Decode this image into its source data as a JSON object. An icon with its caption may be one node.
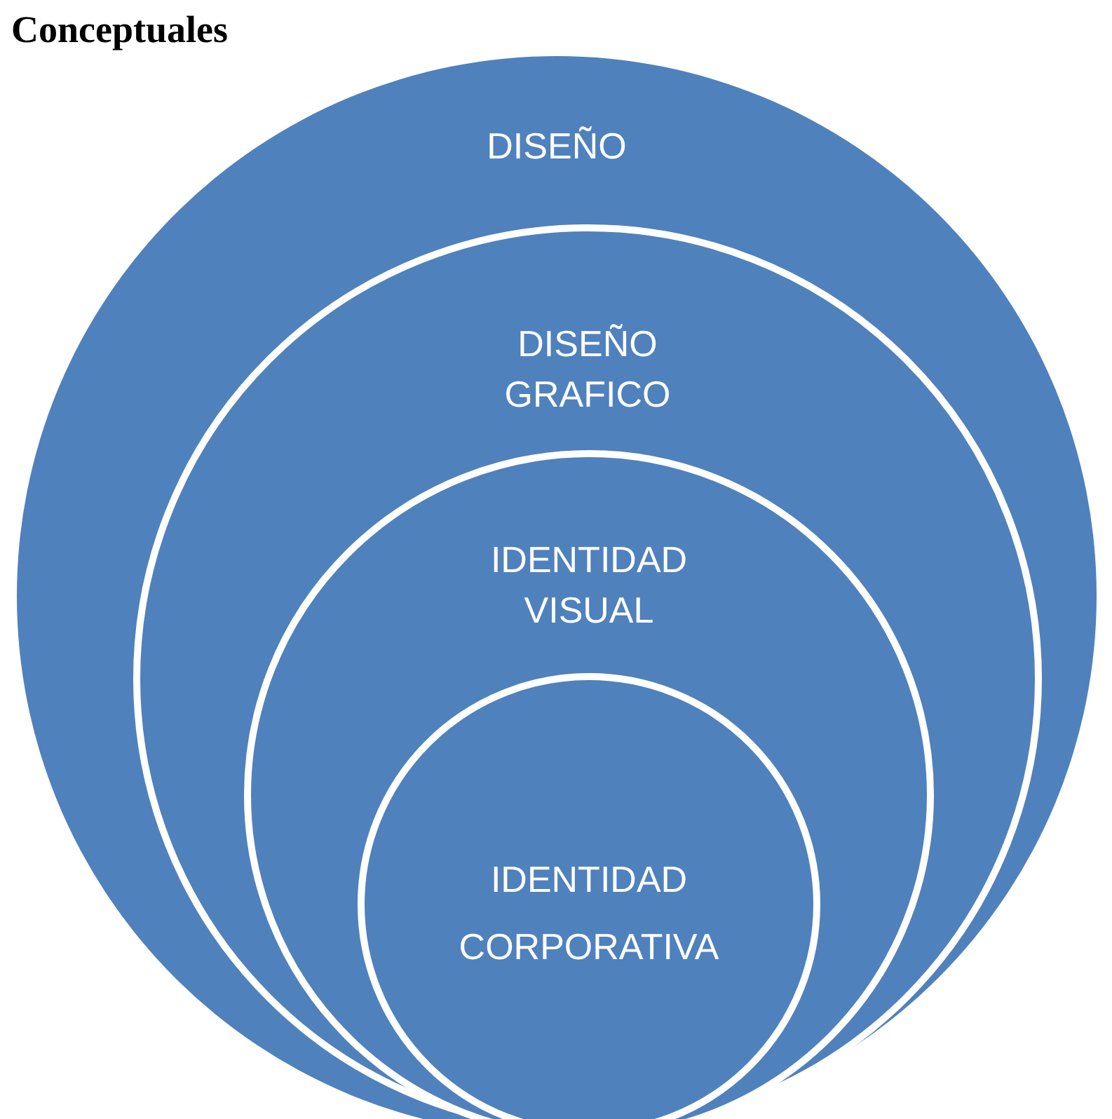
{
  "diagram": {
    "title": "Conceptuales",
    "nodes": [
      {
        "text": [
          "DISEÑO"
        ]
      },
      {
        "text": [
          "DISEÑO GRAFICO"
        ],
        "in": 0
      },
      {
        "text": [
          "IDENTIDAD VISUAL"
        ],
        "in": 1
      },
      {
        "text": [
          "IDENTIDAD CORPORATIVA"
        ],
        "in": 2
      }
    ]
  }
}
